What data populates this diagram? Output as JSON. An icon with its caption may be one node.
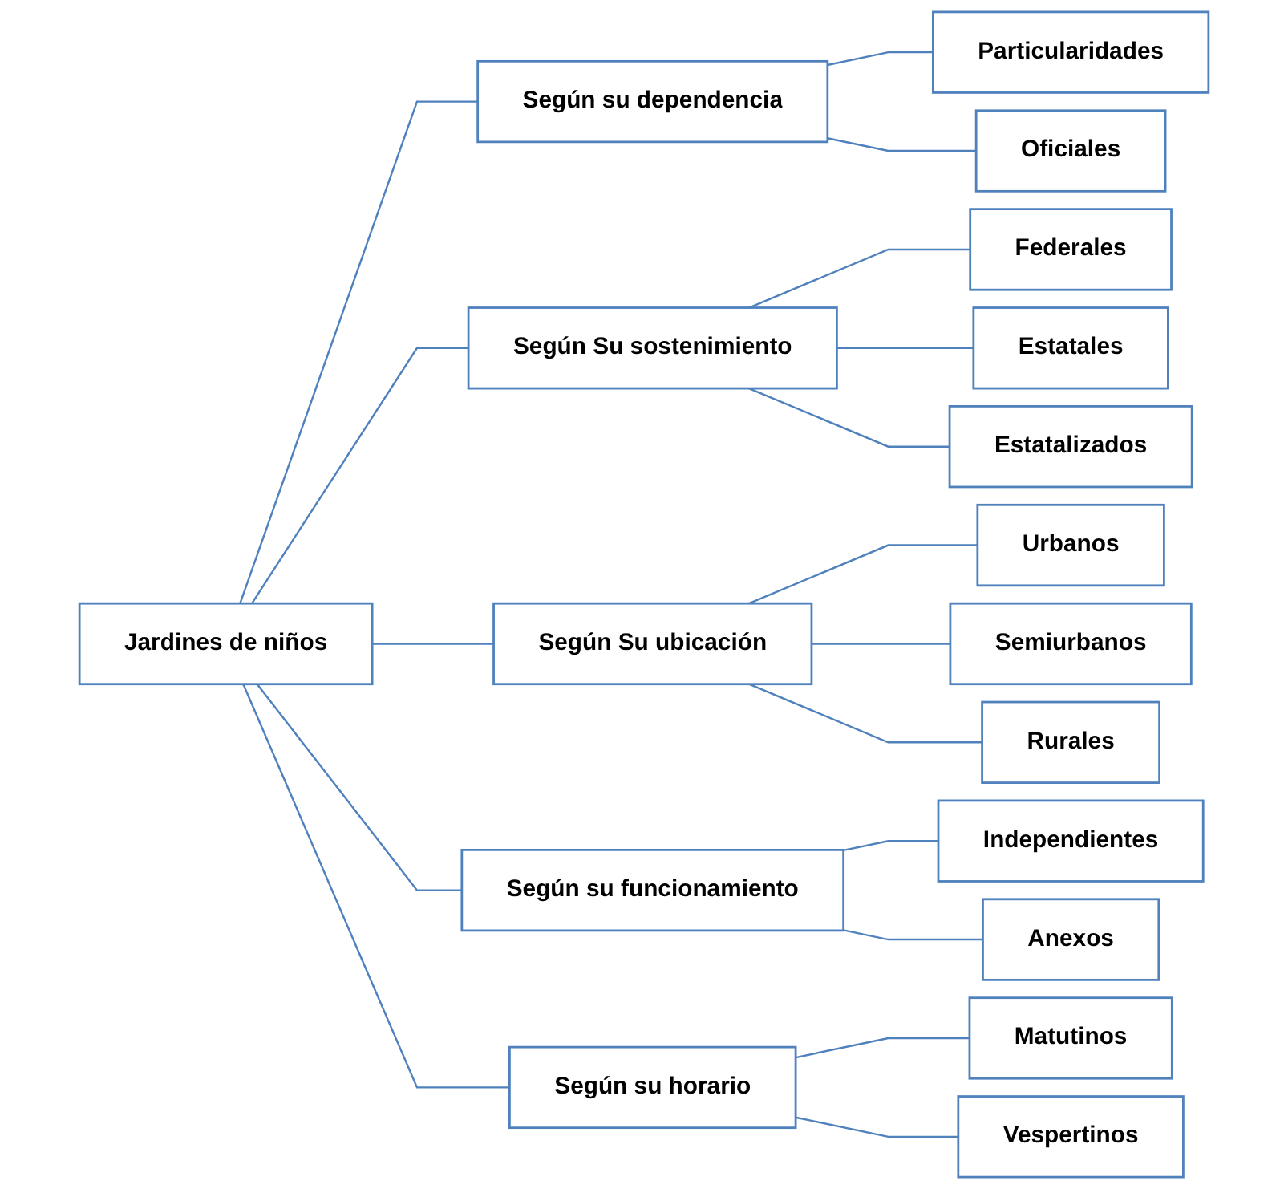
{
  "diagram": {
    "nodes": [
      {
        "text": [
          "Jardines de niños"
        ]
      },
      {
        "text": [
          "Según su dependencia"
        ]
      },
      {
        "text": [
          "Particularidades"
        ]
      },
      {
        "text": [
          "Oficiales"
        ]
      },
      {
        "text": [
          "Según Su sostenimiento"
        ]
      },
      {
        "text": [
          "Federales"
        ]
      },
      {
        "text": [
          "Estatales"
        ]
      },
      {
        "text": [
          "Estatalizados"
        ]
      },
      {
        "text": [
          "Según Su ubicación"
        ]
      },
      {
        "text": [
          "Urbanos"
        ]
      },
      {
        "text": [
          "Semiurbanos"
        ]
      },
      {
        "text": [
          "Rurales"
        ]
      },
      {
        "text": [
          "Según su funcionamiento"
        ]
      },
      {
        "text": [
          "Independientes"
        ]
      },
      {
        "text": [
          "Anexos"
        ]
      },
      {
        "text": [
          "Según su horario"
        ]
      },
      {
        "text": [
          "Matutinos"
        ]
      },
      {
        "text": [
          "Vespertinos"
        ]
      }
    ],
    "edges": [
      {
        "from": 0,
        "to": 1,
        "arrow": "none"
      },
      {
        "from": 0,
        "to": 4,
        "arrow": "none"
      },
      {
        "from": 0,
        "to": 8,
        "arrow": "none"
      },
      {
        "from": 0,
        "to": 12,
        "arrow": "none"
      },
      {
        "from": 0,
        "to": 15,
        "arrow": "none"
      },
      {
        "from": 1,
        "to": 2,
        "arrow": "none"
      },
      {
        "from": 1,
        "to": 3,
        "arrow": "none"
      },
      {
        "from": 4,
        "to": 5,
        "arrow": "none"
      },
      {
        "from": 4,
        "to": 6,
        "arrow": "none"
      },
      {
        "from": 4,
        "to": 7,
        "arrow": "none"
      },
      {
        "from": 8,
        "to": 9,
        "arrow": "none"
      },
      {
        "from": 8,
        "to": 10,
        "arrow": "none"
      },
      {
        "from": 8,
        "to": 11,
        "arrow": "none"
      },
      {
        "from": 12,
        "to": 13,
        "arrow": "none"
      },
      {
        "from": 12,
        "to": 14,
        "arrow": "none"
      },
      {
        "from": 15,
        "to": 16,
        "arrow": "none"
      },
      {
        "from": 15,
        "to": 17,
        "arrow": "none"
      }
    ]
  }
}
